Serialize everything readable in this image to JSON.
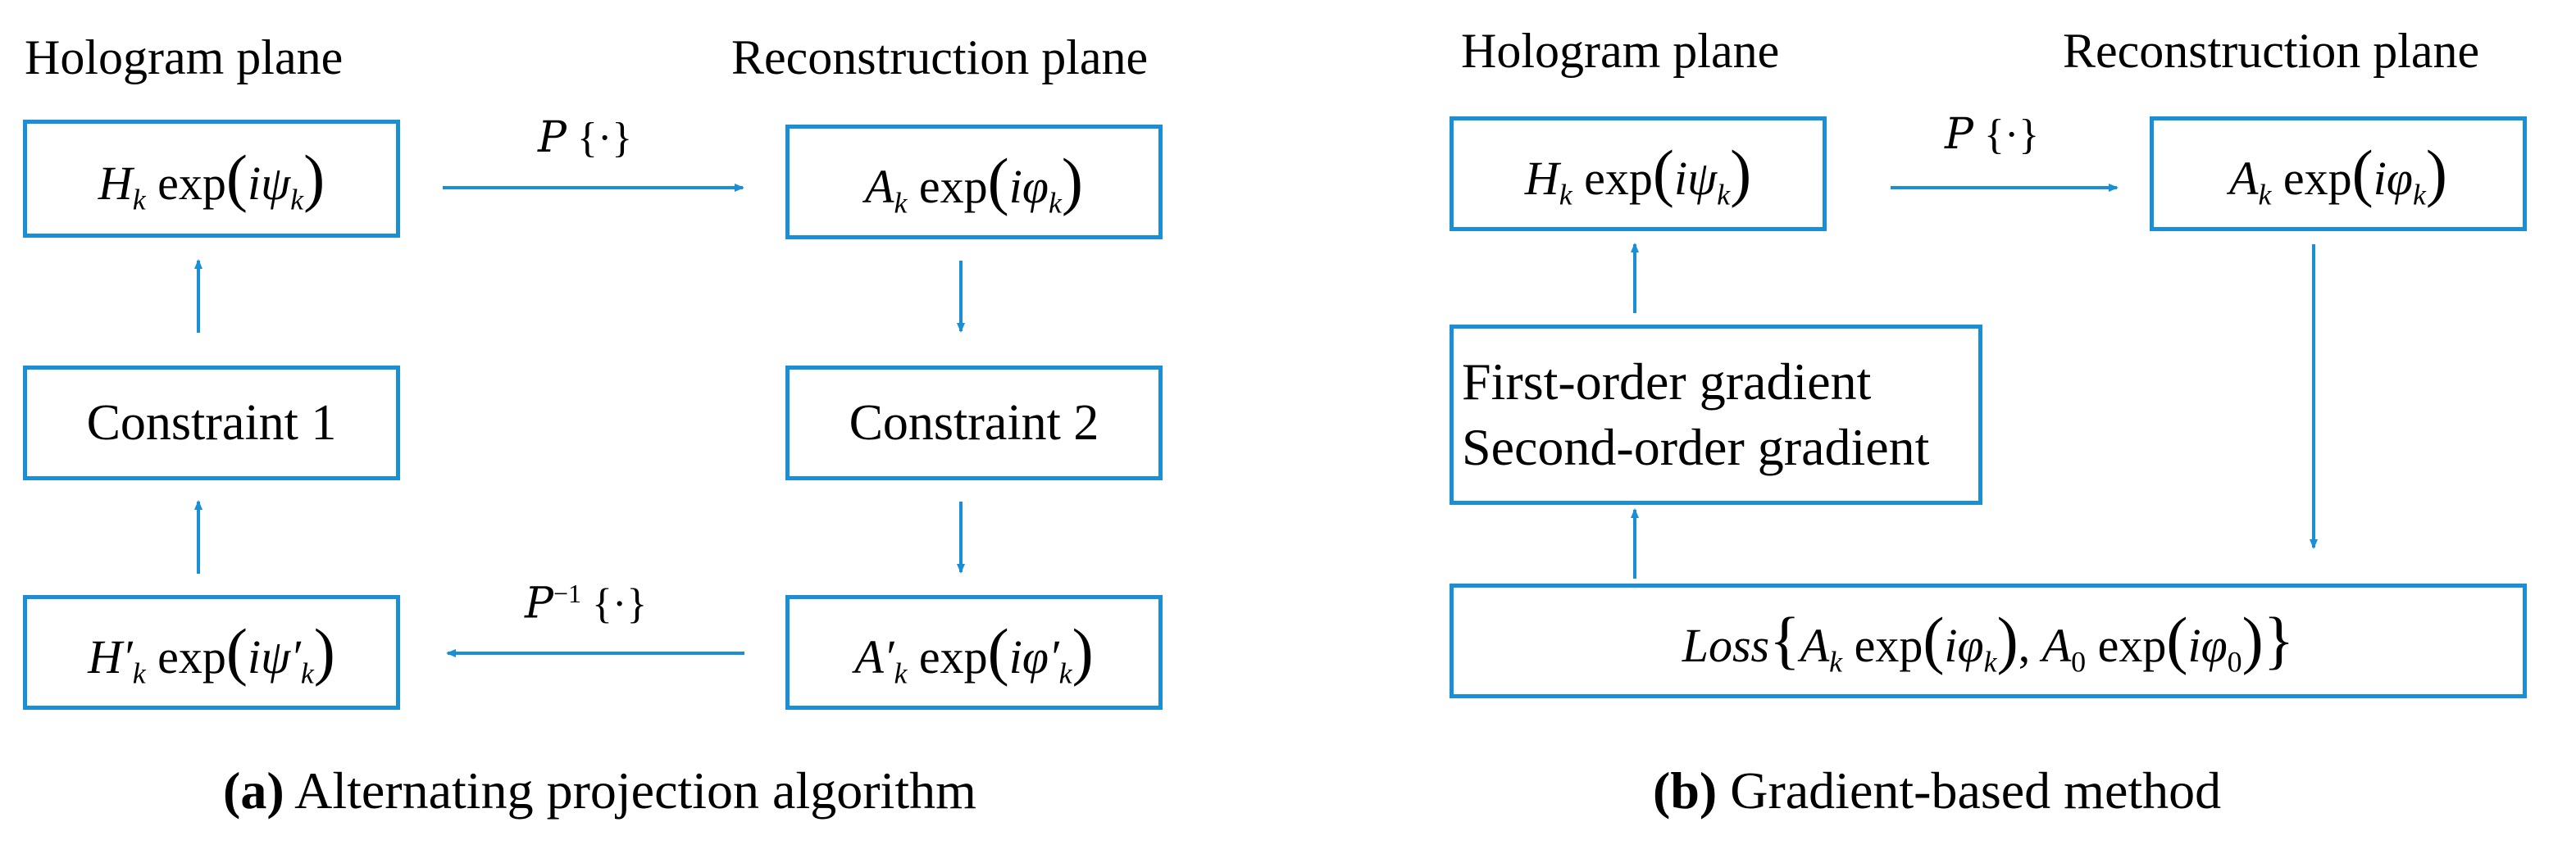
{
  "panel_a": {
    "header_left": "Hologram plane",
    "header_right": "Reconstruction plane",
    "box_hologram": {
      "base": "H",
      "sub": "k",
      "phase": "ψ",
      "phase_sub": "k"
    },
    "box_recon": {
      "base": "A",
      "sub": "k",
      "phase": "φ",
      "phase_sub": "k"
    },
    "box_constraint1": "Constraint 1",
    "box_constraint2": "Constraint 2",
    "box_recon_prime": {
      "base": "A′",
      "sub": "k",
      "phase": "φ′",
      "phase_sub": "k"
    },
    "box_hologram_prime": {
      "base": "H′",
      "sub": "k",
      "phase": "ψ′",
      "phase_sub": "k"
    },
    "forward_op": "P",
    "inverse_op": "P",
    "inverse_sup": "−1",
    "op_arg": "{·}",
    "caption_bold": "(a)",
    "caption_text": " Alternating projection algorithm"
  },
  "panel_b": {
    "header_left": "Hologram plane",
    "header_right": "Reconstruction plane",
    "box_hologram": {
      "base": "H",
      "sub": "k",
      "phase": "ψ",
      "phase_sub": "k"
    },
    "box_recon": {
      "base": "A",
      "sub": "k",
      "phase": "φ",
      "phase_sub": "k"
    },
    "gradient_line1": "First-order gradient",
    "gradient_line2": "Second-order gradient",
    "loss": {
      "name": "Loss",
      "a_base": "A",
      "a_sub": "k",
      "phi": "φ",
      "phi_sub": "k",
      "b_base": "A",
      "b_sub": "0",
      "phi0": "φ",
      "phi0_sub": "0"
    },
    "forward_op": "P",
    "op_arg": "{·}",
    "caption_bold": "(b)",
    "caption_text": " Gradient-based method"
  },
  "common": {
    "exp": "exp",
    "i": "i",
    "accent_color": "#1b8fd6"
  }
}
